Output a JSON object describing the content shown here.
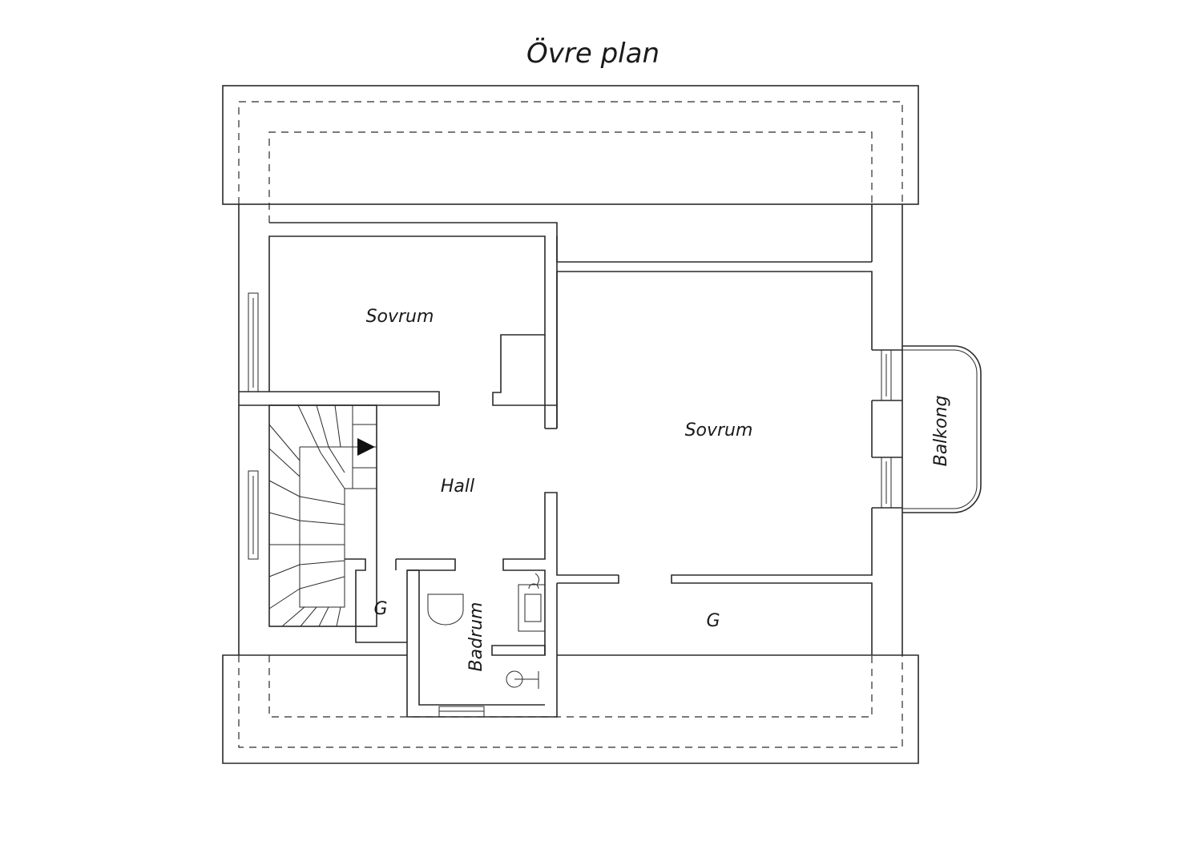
{
  "title": "Övre plan",
  "rooms": {
    "bedroom_small": "Sovrum",
    "bedroom_large": "Sovrum",
    "hall": "Hall",
    "storage_left": "G",
    "storage_right": "G",
    "bathroom": "Badrum",
    "balcony": "Balkong"
  },
  "colors": {
    "line": "#2a2a2a",
    "background": "#ffffff"
  }
}
